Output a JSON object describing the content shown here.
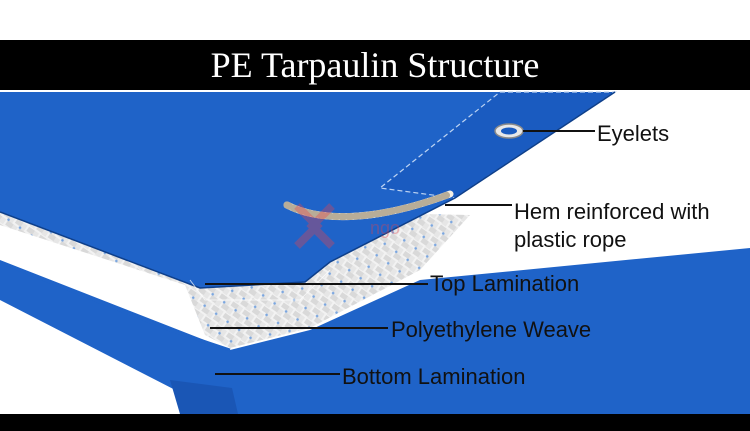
{
  "title": "PE Tarpaulin Structure",
  "labels": {
    "eyelets": "Eyelets",
    "hem_line1": "Hem reinforced with",
    "hem_line2": "plastic rope",
    "top_lamination": "Top Lamination",
    "weave": "Polyethylene Weave",
    "bottom_lamination": "Bottom Lamination"
  },
  "watermark": "ngo",
  "colors": {
    "tarp_blue": "#1f63c8",
    "tarp_blue_dark": "#1650a8",
    "weave_white": "#f2f2f2",
    "band_black": "#000000"
  }
}
